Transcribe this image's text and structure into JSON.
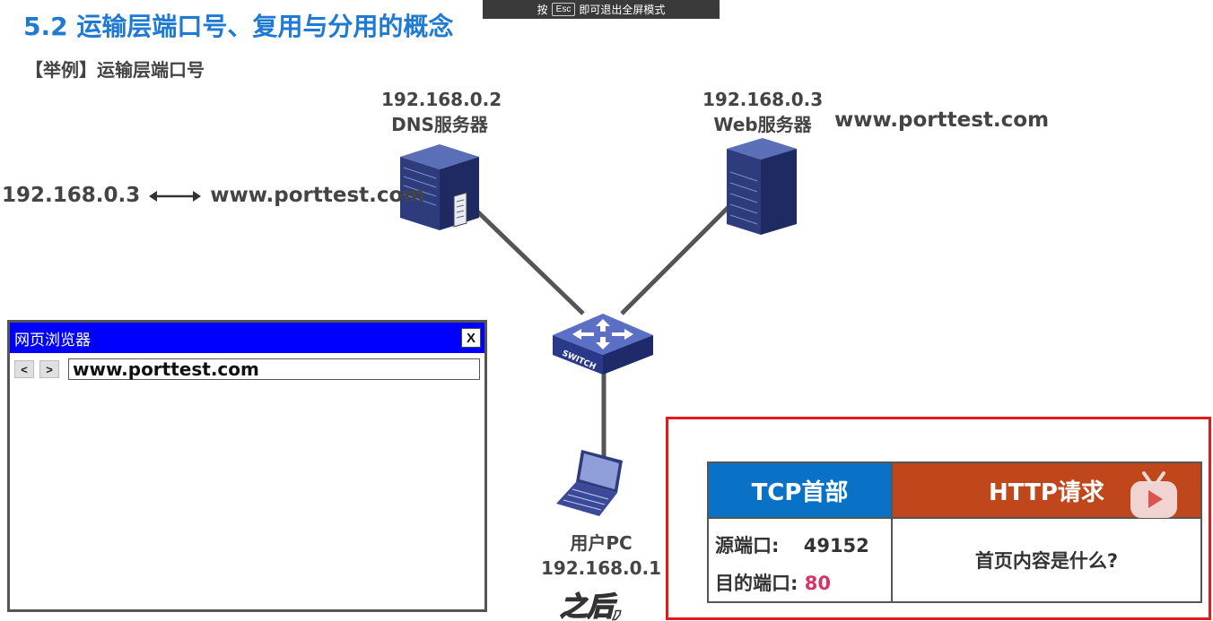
{
  "overlay": {
    "prefix": "按",
    "key": "Esc",
    "suffix": "即可退出全屏模式"
  },
  "slide": {
    "title": "5.2 运输层端口号、复用与分用的概念",
    "subtitle": "【举例】运输层端口号"
  },
  "dns_server": {
    "ip": "192.168.0.2",
    "name": "DNS服务器"
  },
  "web_server": {
    "ip": "192.168.0.3",
    "name": "Web服务器",
    "domain": "www.porttest.com"
  },
  "dns_mapping": {
    "ip": "192.168.0.3",
    "domain": "www.porttest.com"
  },
  "switch": {
    "label": "SWITCH"
  },
  "user_pc": {
    "name": "用户PC",
    "ip": "192.168.0.1"
  },
  "browser": {
    "title": "网页浏览器",
    "close_label": "X",
    "back_label": "<",
    "forward_label": ">",
    "url": "www.porttest.com"
  },
  "packet": {
    "tcp_header": "TCP首部",
    "http_header": "HTTP请求",
    "src_port_label": "源端口:",
    "src_port_value": "49152",
    "dst_port_label": "目的端口:",
    "dst_port_value": "80",
    "http_body": "首页内容是什么?"
  },
  "subtitle_caption": "之后,",
  "colors": {
    "title_blue": "#1f7ad3",
    "tcp_blue": "#0a72c6",
    "http_orange": "#c0461b",
    "panel_red": "#e21a1a",
    "dst_port_pink": "#d6336c"
  }
}
